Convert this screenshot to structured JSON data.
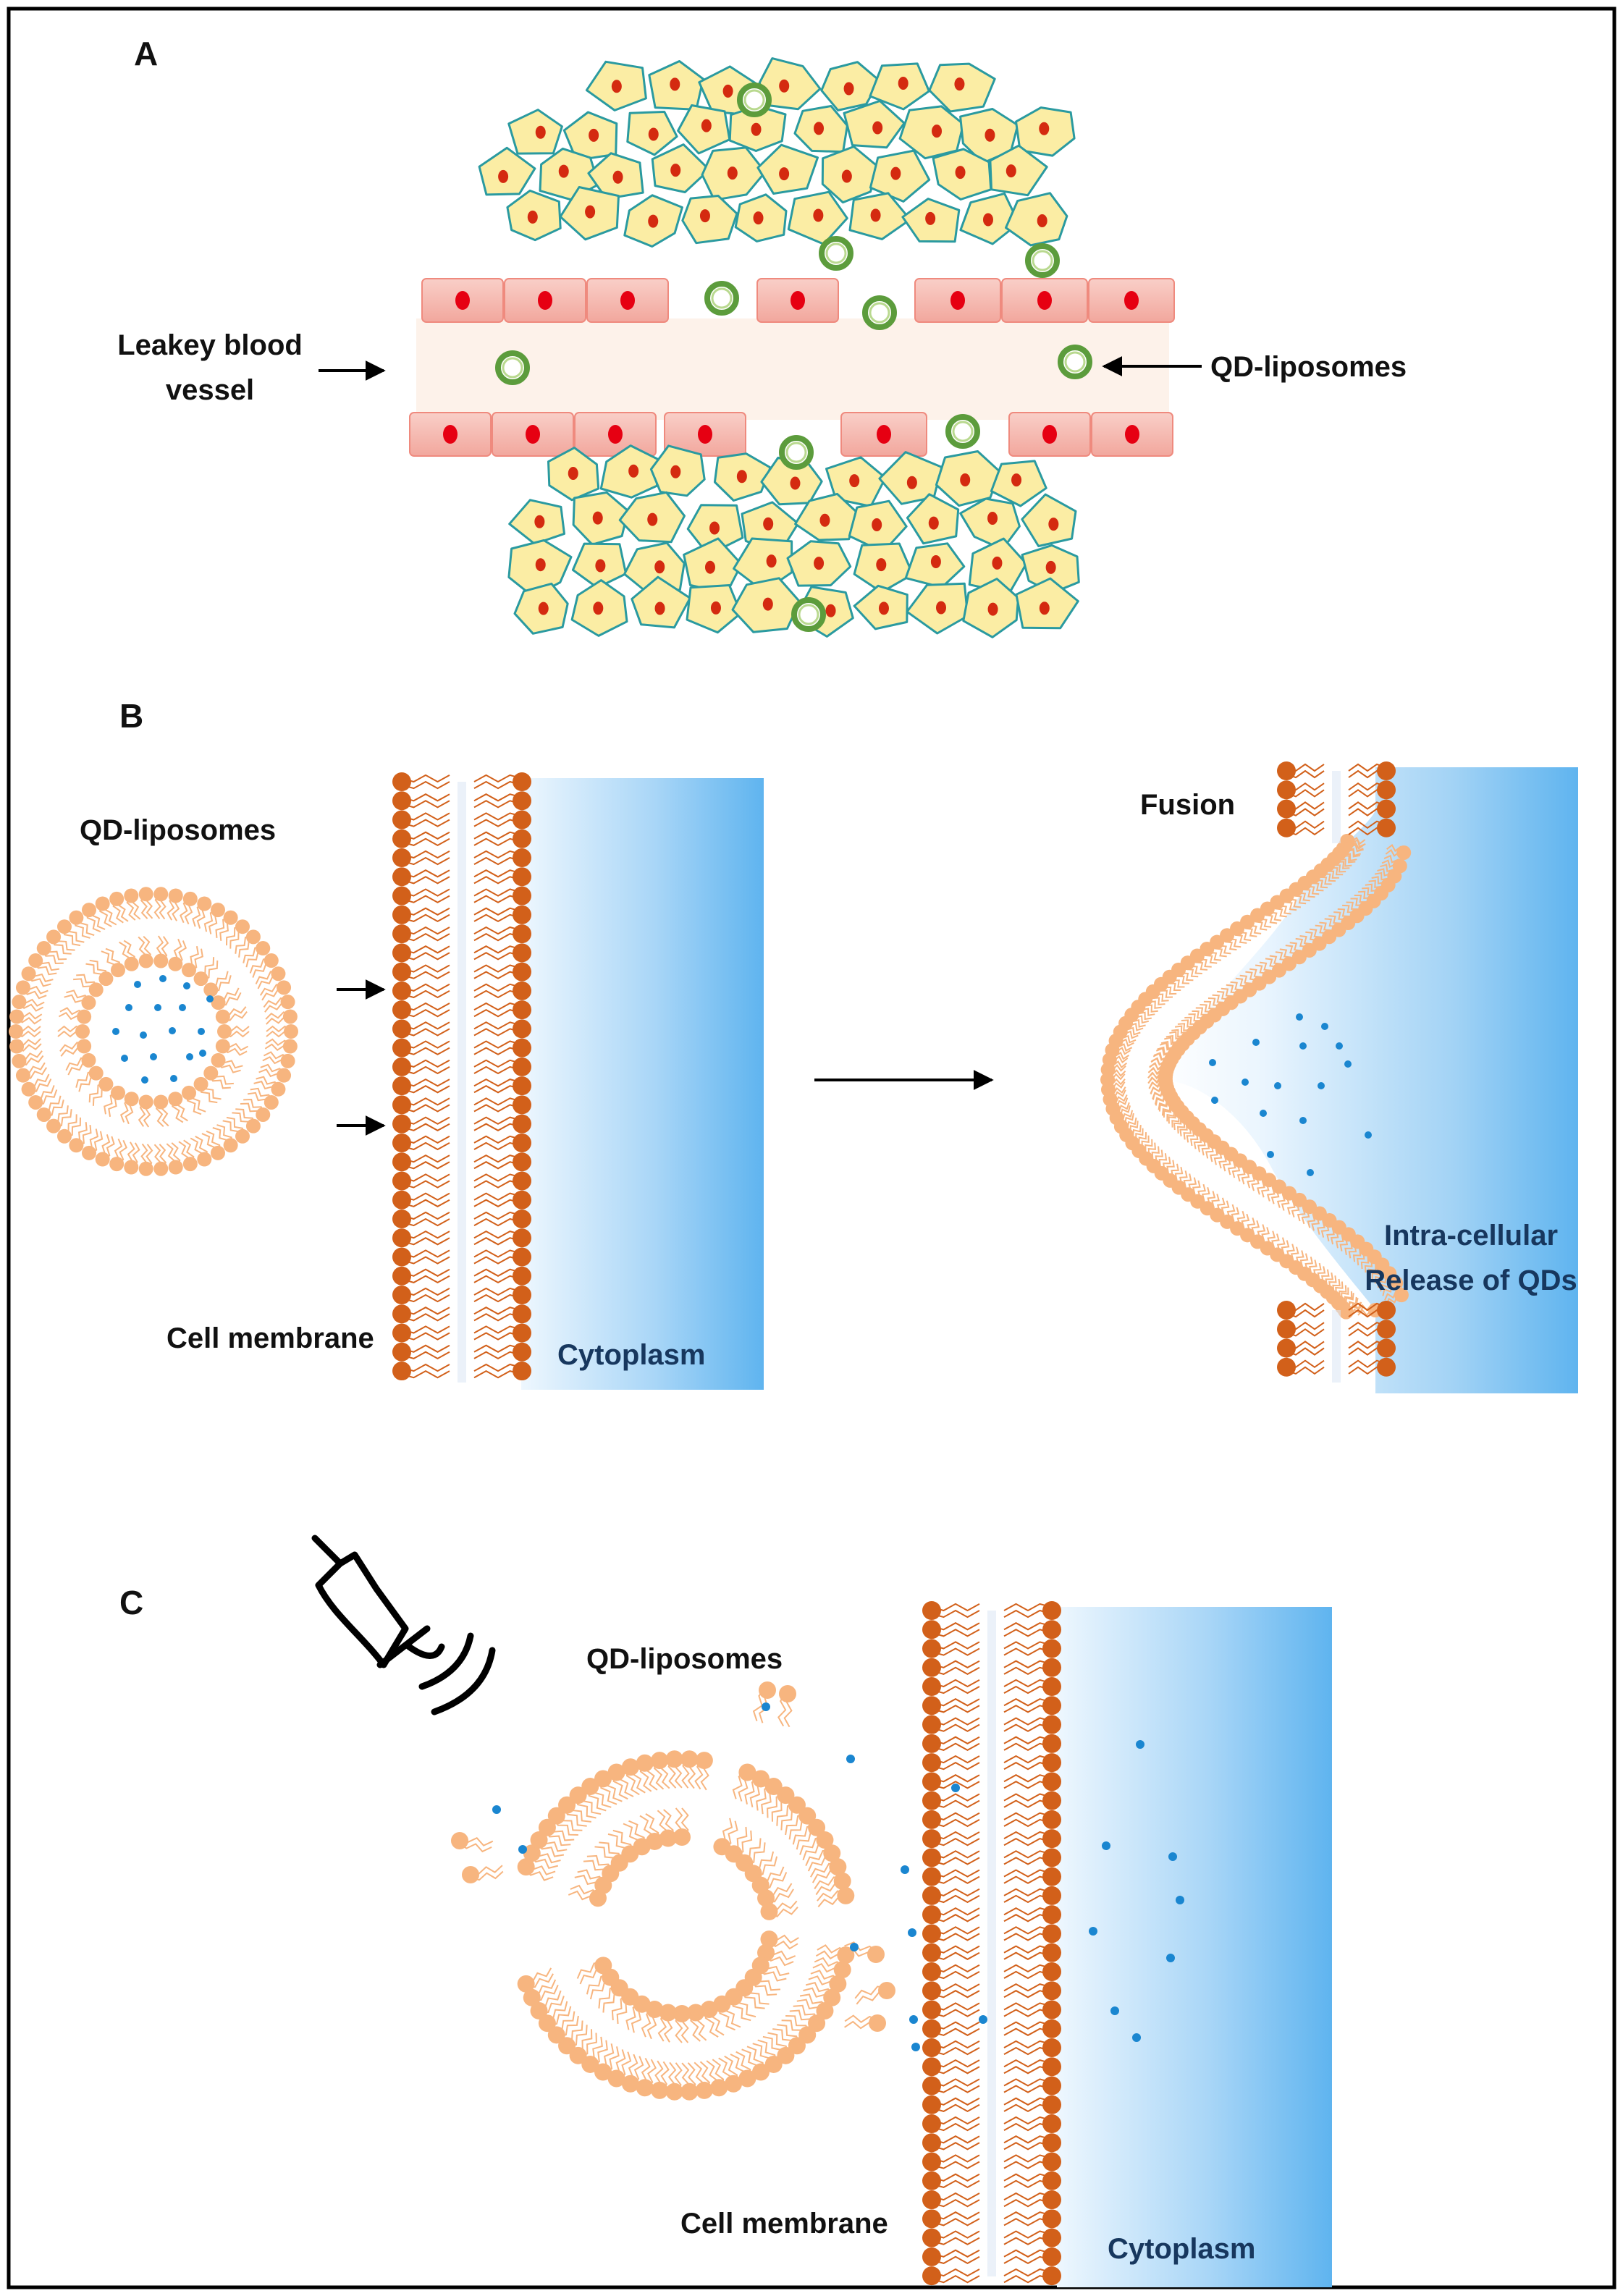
{
  "panels": {
    "a": {
      "letter": "A",
      "vessel_label_line1": "Leakey blood",
      "vessel_label_line2": "vessel",
      "liposome_label": "QD-liposomes"
    },
    "b": {
      "letter": "B",
      "liposome_label": "QD-liposomes",
      "membrane_label": "Cell membrane",
      "cytoplasm_label": "Cytoplasm",
      "fusion_label": "Fusion",
      "release_line1": "Intra-cellular",
      "release_line2": "Release of QDs"
    },
    "c": {
      "letter": "C",
      "liposome_label": "QD-liposomes",
      "membrane_label": "Cell membrane",
      "cytoplasm_label": "Cytoplasm",
      "transducer_icon": "ultrasound-transducer-icon"
    }
  },
  "colors": {
    "lipid_head": "#f7b57f",
    "membrane_head": "#d2601a",
    "cytoplasm": "#5fb4ef",
    "cell_fill": "#fbeda4",
    "cell_outline": "#2a9aa0",
    "nucleus": "#d42a10",
    "vessel_cell": "#f4b6b0",
    "vessel_nucleus": "#e60012",
    "liposome_ring": "#5c9c3c",
    "qd_dot": "#1a86d0"
  }
}
